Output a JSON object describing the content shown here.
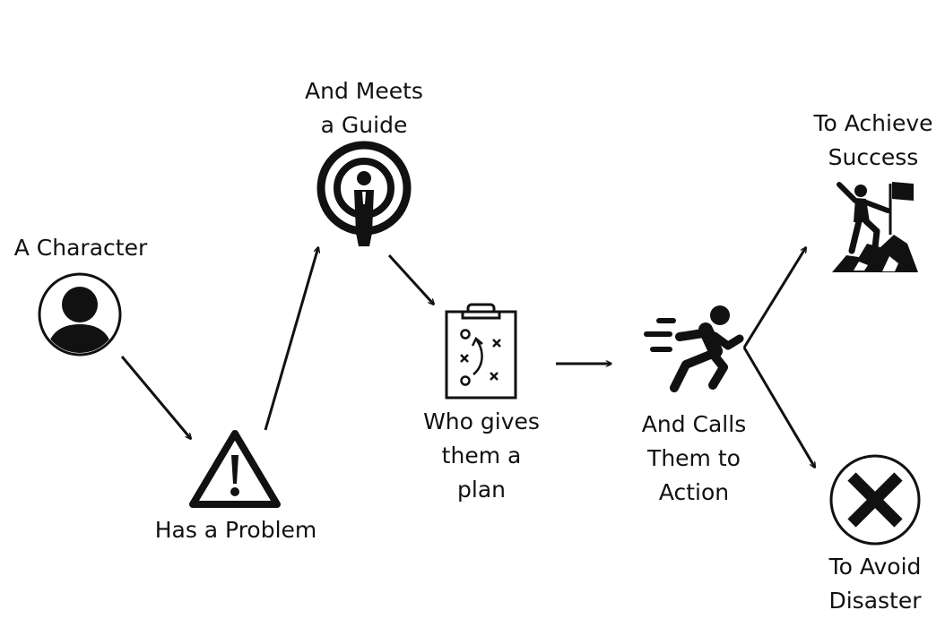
{
  "colors": {
    "ink": "#111111",
    "background": "#ffffff"
  },
  "nodes": {
    "character": {
      "label": "A Character",
      "icon": "person-circle-icon"
    },
    "problem": {
      "label": "Has a Problem",
      "icon": "warning-triangle-icon"
    },
    "guide": {
      "line1": "And Meets",
      "line2": "a Guide",
      "icon": "broadcast-person-icon"
    },
    "plan": {
      "line1": "Who gives",
      "line2": "them a",
      "line3": "plan",
      "icon": "clipboard-plan-icon"
    },
    "action": {
      "line1": "And Calls",
      "line2": "Them to",
      "line3": "Action",
      "icon": "running-person-icon"
    },
    "success": {
      "line1": "To Achieve",
      "line2": "Success",
      "icon": "summit-flag-icon"
    },
    "disaster": {
      "line1": "To Avoid",
      "line2": "Disaster",
      "icon": "x-circle-icon"
    }
  }
}
